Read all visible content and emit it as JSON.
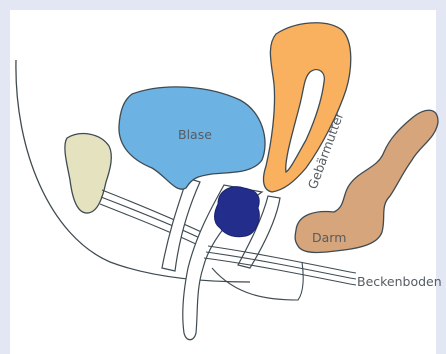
{
  "diagram": {
    "labels": {
      "blase": "Blase",
      "gebaermutter": "Gebärmutter",
      "darm": "Darm",
      "beckenboden": "Beckenboden"
    },
    "colors": {
      "background": "#e3e6f3",
      "panel": "#ffffff",
      "outline": "#3f4b52",
      "bladder": "#6cb3e3",
      "uterus": "#f9b15f",
      "bowel": "#d7a57c",
      "pubic_bone": "#e4e2bf",
      "cervix_knot": "#232e8c",
      "label_text": "#555c63"
    }
  }
}
